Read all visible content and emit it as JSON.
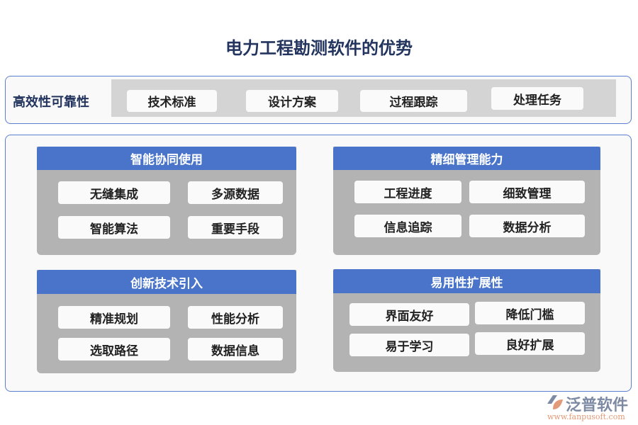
{
  "title": "电力工程勘测软件的优势",
  "top": {
    "label": "高效性可靠性",
    "items": [
      "技术标准",
      "设计方案",
      "过程跟踪",
      "处理任务"
    ]
  },
  "cards": [
    {
      "title": "智能协同使用",
      "items": [
        "无缝集成",
        "多源数据",
        "智能算法",
        "重要手段"
      ]
    },
    {
      "title": "精细管理能力",
      "items": [
        "工程进度",
        "细致管理",
        "信息追踪",
        "数据分析"
      ]
    },
    {
      "title": "创新技术引入",
      "items": [
        "精准规划",
        "性能分析",
        "选取路径",
        "数据信息"
      ]
    },
    {
      "title": "易用性扩展性",
      "items": [
        "界面友好",
        "降低门槛",
        "易于学习",
        "良好扩展"
      ]
    }
  ],
  "logo": {
    "name": "泛普软件",
    "url": "www.fanpusoft.com"
  },
  "colors": {
    "accent": "#4a74c9",
    "border": "#5b7fd0",
    "title": "#23355f"
  }
}
